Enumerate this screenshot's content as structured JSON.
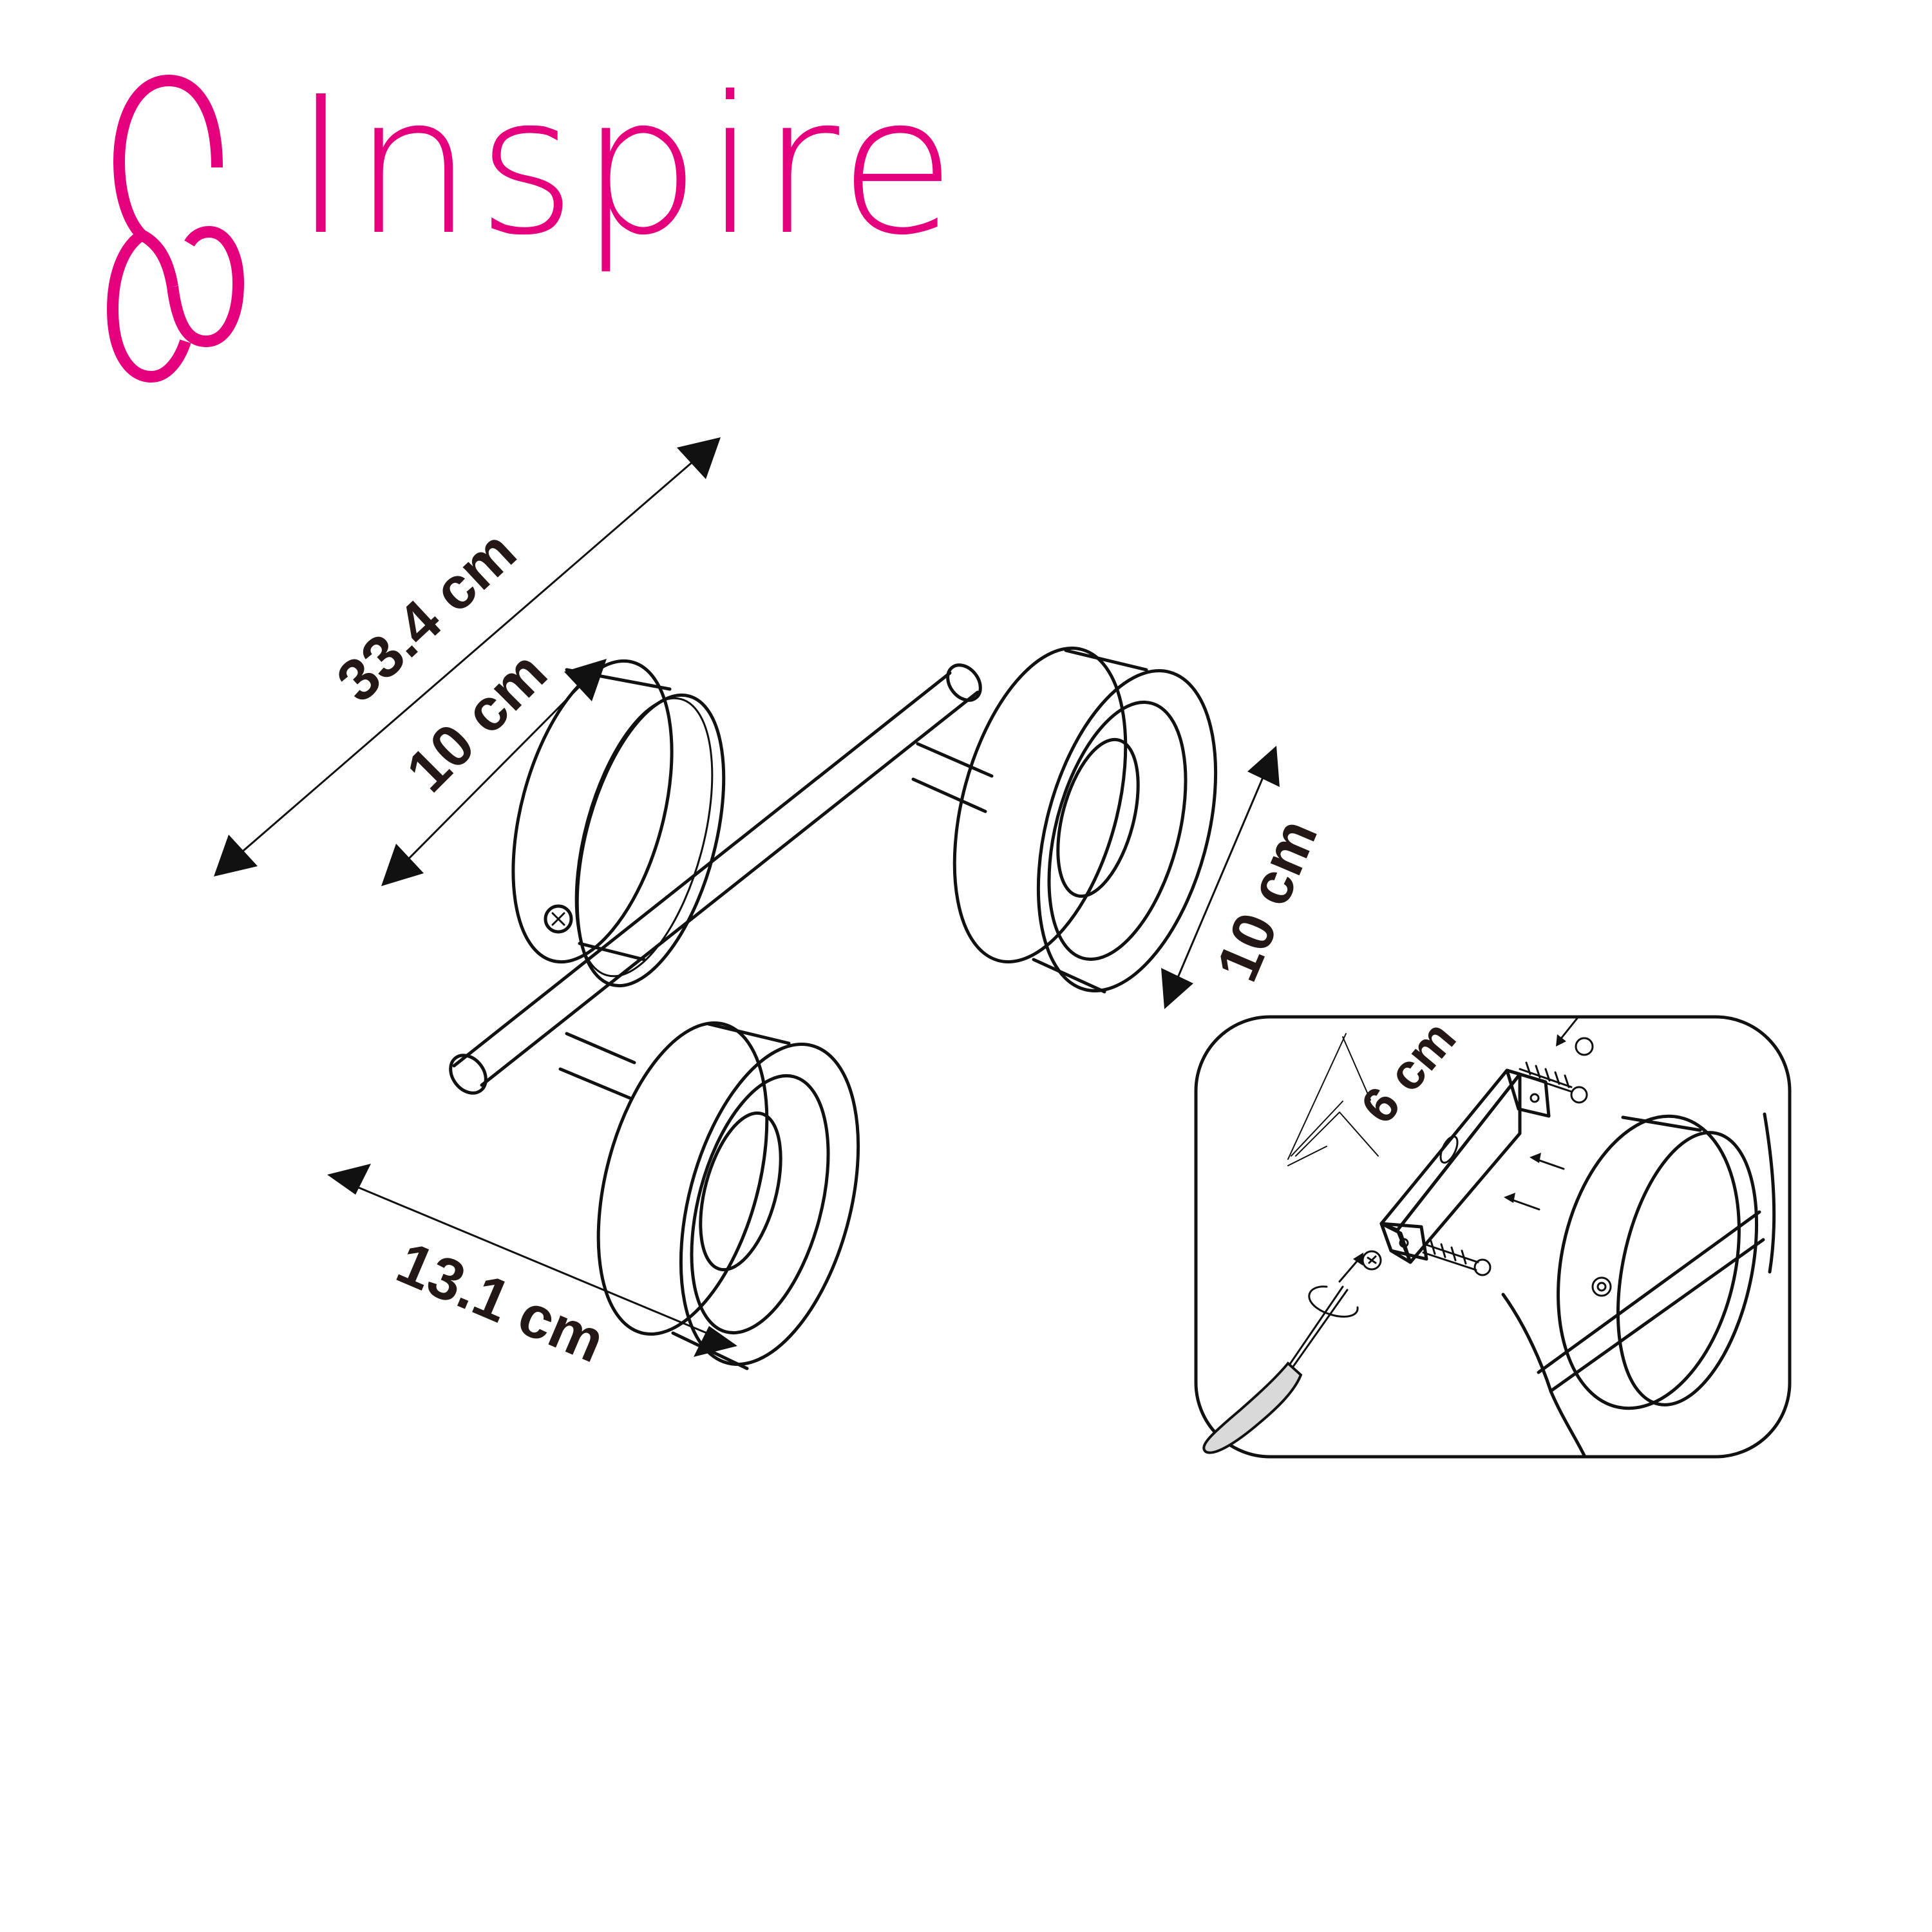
{
  "brand": {
    "name": "Inspire",
    "color": "#E5007E",
    "logo_icon": "cloud-knot-icon"
  },
  "dimensions": {
    "overall_length": "33.4 cm",
    "spot_spacing": "10 cm",
    "depth": "13.1 cm",
    "spot_diameter": "10 cm",
    "bracket_length": "6 cm"
  },
  "diagram": {
    "subject": "twin spotlight wall/ceiling fixture",
    "spotlights": 2,
    "inset": {
      "title": "mounting-instructions",
      "items": [
        "mounting-bracket",
        "screws",
        "wall-plugs",
        "screwdriver",
        "fixture-base"
      ]
    }
  },
  "colors": {
    "line": "#111111",
    "text": "#231815",
    "screwdriver_handle": "#d9d9d9",
    "background": "#ffffff"
  }
}
